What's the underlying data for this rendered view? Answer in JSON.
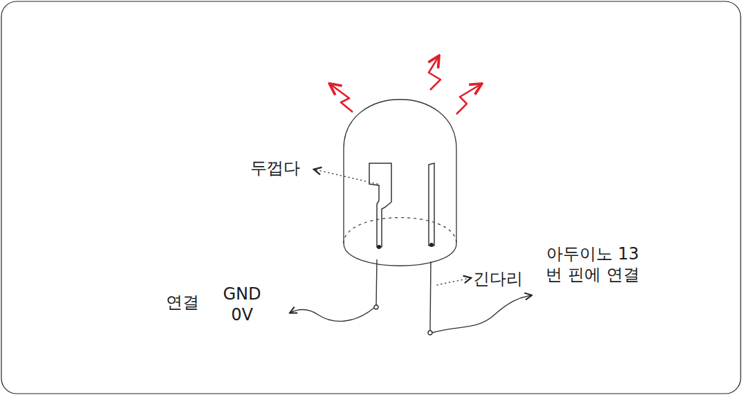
{
  "diagram": {
    "labels": [
      "두껍다",
      "긴다리",
      "아두이노 13번 핀에 연결",
      "연결",
      "GND 0V"
    ]
  }
}
